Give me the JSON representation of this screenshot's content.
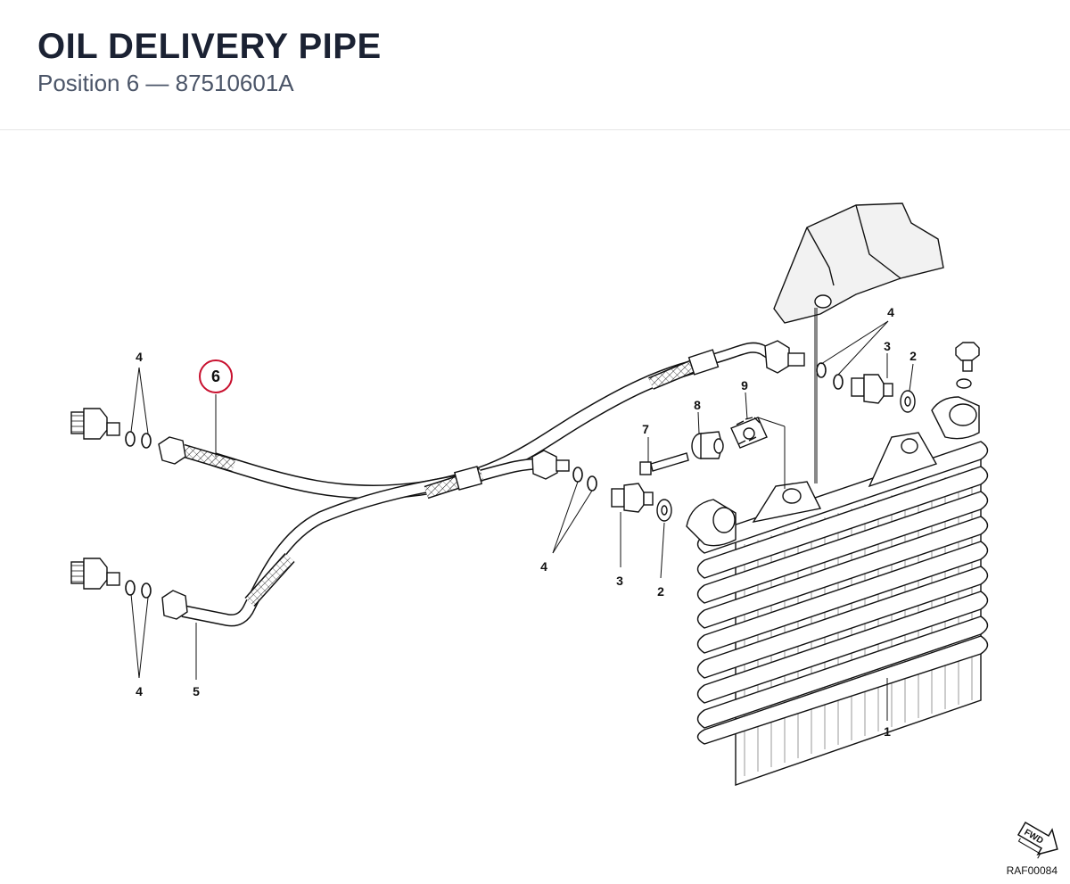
{
  "header": {
    "title": "OIL DELIVERY PIPE",
    "subtitle": "Position 6 — 87510601A"
  },
  "diagram": {
    "highlighted_position": "6",
    "callouts": {
      "c4a": "4",
      "c4b": "4",
      "c4c": "4",
      "c4d": "4",
      "c3a": "3",
      "c3b": "3",
      "c2a": "2",
      "c2b": "2",
      "c7": "7",
      "c8": "8",
      "c9": "9",
      "c5": "5",
      "c1": "1"
    },
    "fwd_label": "FWD",
    "reference_code": "RAF00084"
  },
  "colors": {
    "highlight": "#c8102e",
    "line": "#111111",
    "title": "#1b2233",
    "subtitle": "#4b5568"
  }
}
